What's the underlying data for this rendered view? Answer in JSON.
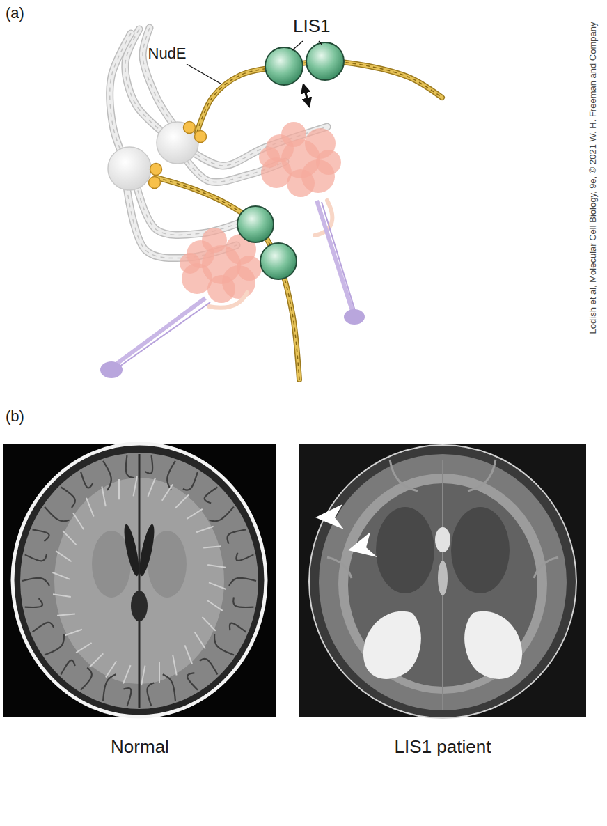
{
  "diagram": {
    "nodes": [
      {
        "text": [
          "Normal"
        ]
      },
      {
        "text": [
          "LIS1 patient"
        ]
      }
    ],
    "labels": [
      "(a)",
      "LIS1",
      "NudE",
      "(b)",
      "Lodish et al, Molecular Cell Biology, 9e, © 2021 W. H. Freeman and Company"
    ]
  }
}
